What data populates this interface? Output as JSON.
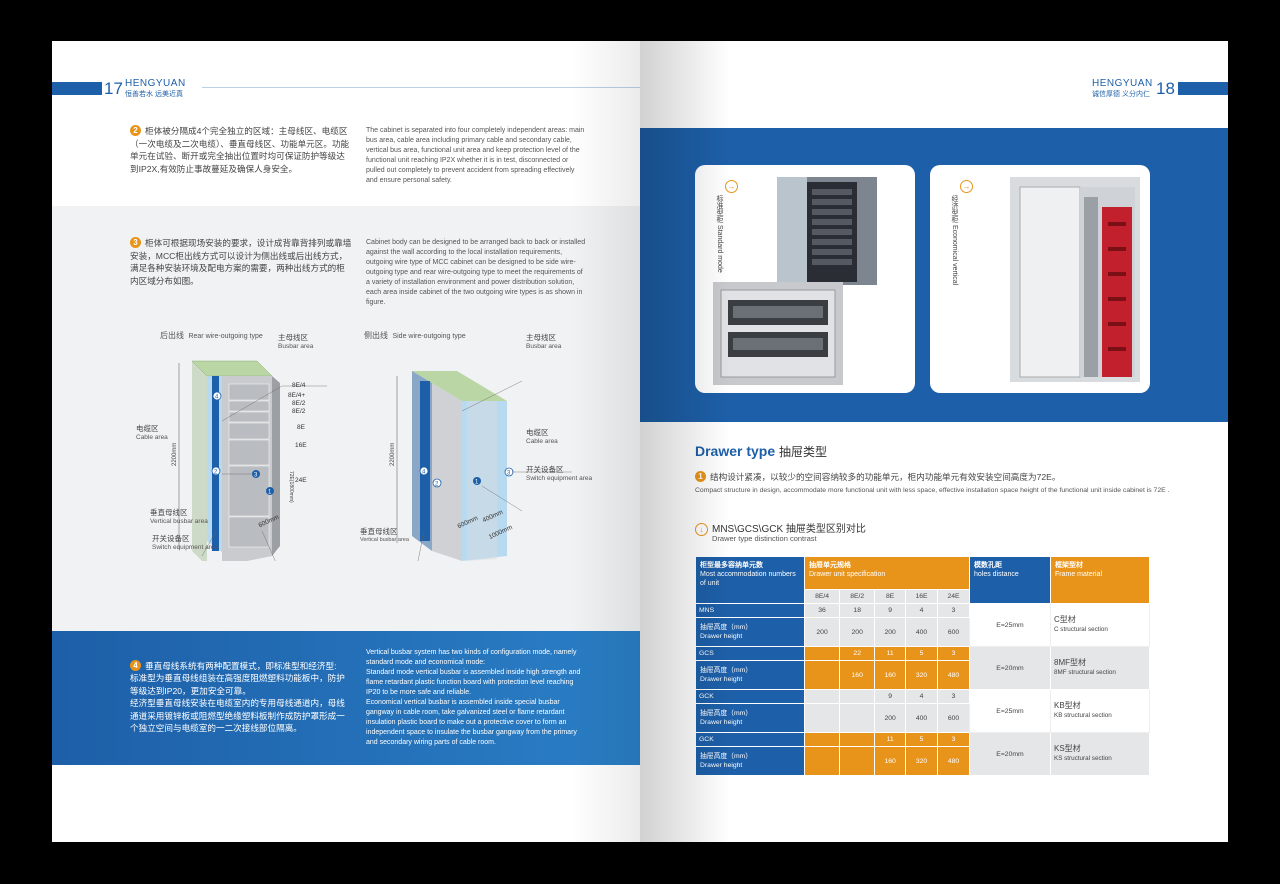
{
  "left_page": {
    "page_number": "17",
    "brand": "HENGYUAN",
    "slogan": "恒善若水 远美近真",
    "para2": {
      "num": "2",
      "cn": "柜体被分隔成4个完全独立的区域：主母线区、电缆区（一次电缆及二次电缆）、垂直母线区、功能单元区。功能单元在试验、断开或完全抽出位置时均可保证防护等级达到IP2X,有效防止事故蔓延及确保人身安全。",
      "en": "The cabinet is separated into four completely independent areas: main bus area, cable area including primary cable and secondary cable, vertical bus area, functional unit area and keep protection level of the functional unit reaching IP2X whether it is in test, disconnected or pulled out completely to prevent accident from spreading effectively and ensure personal safety."
    },
    "para3": {
      "num": "3",
      "cn": "柜体可根据现场安装的要求，设计成背靠背排列或靠墙安装，MCC柜出线方式可以设计为侧出线或后出线方式，满足各种安装环境及配电方案的需要，两种出线方式的柜内区域分布如图。",
      "en": "Cabinet body can be designed to be arranged back to back or installed against the wall according to the local installation requirements, outgoing wire type of MCC cabinet can be designed to be side wire-outgoing type and rear wire-outgoing type to meet the requirements of a variety of installation environment and power distribution solution, each area inside cabinet of the two outgoing wire types is as shown in figure."
    },
    "diagram_rear": {
      "title_cn": "后出线",
      "title_en": "Rear wire-outgoing type",
      "busbar_cn": "主母线区",
      "busbar_en": "Busbar area",
      "cable_cn": "电缆区",
      "cable_en": "Cable area",
      "vertical_cn": "垂直母线区",
      "vertical_en": "Vertical busbar area",
      "switch_cn": "开关设备区",
      "switch_en": "Switch equipment area",
      "height": "2200mm",
      "depth": "600mm",
      "inner": "72E(1800mm)",
      "drawers": [
        "8E/4",
        "8E/4+",
        "8E/2",
        "8E/2",
        "8E",
        "16E",
        "24E"
      ],
      "markers": [
        "4",
        "2",
        "3",
        "1"
      ]
    },
    "diagram_side": {
      "title_cn": "侧出线",
      "title_en": "Side wire-outgoing type",
      "busbar_cn": "主母线区",
      "busbar_en": "Busbar area",
      "cable_cn": "电缆区",
      "cable_en": "Cable area",
      "switch_cn": "开关设备区",
      "switch_en": "Switch equipment area",
      "vertical_cn": "垂直母线区",
      "vertical_en": "Vertical busbar area",
      "height": "2200mm",
      "d1": "600mm",
      "d2": "400mm",
      "d3": "1000mm",
      "markers": [
        "4",
        "2",
        "1",
        "3"
      ]
    },
    "para4": {
      "num": "4",
      "cn": "垂直母线系统有两种配置模式，即标准型和经济型:\n标准型为垂直母线组装在高强度阻燃塑料功能板中，防护等级达到IP20，更加安全可靠。\n经济型垂直母线安装在电缆室内的专用母线通道内，母线通道采用镀锌板或阻燃型绝缘塑料板制作成防护罩形成一个独立空间与电缆室的一二次接线部位隔离。",
      "en": "Vertical busbar system has two kinds of configuration mode, namely standard mode and economical mode:\nStandard mode vertical busbar is assembled inside high strength and flame retardant plastic function board with protection level reaching IP20 to be more safe and reliable.\nEconomical vertical busbar is assembled inside special busbar gangway in cable room, take galvanized steel or flame retardant insulation plastic board to make out a protective cover to form an independent space to insulate the busbar gangway from the primary and secondary wiring parts of cable room."
    }
  },
  "right_page": {
    "page_number": "18",
    "brand": "HENGYUAN",
    "slogan": "诚信厚德 义分内仁",
    "photo1": {
      "cn": "标准型柜",
      "en": "Standard mode"
    },
    "photo2": {
      "cn": "经济型柜",
      "en": "Economical vertical"
    },
    "drawer_title_en": "Drawer type",
    "drawer_title_cn": "抽屉类型",
    "point1": {
      "num": "1",
      "cn": "结构设计紧凑，以较少的空间容纳较多的功能单元，柜内功能单元有效安装空间高度为72E。",
      "en": "Compact structure in design, accommodate more functional unit with less space, effective installation space height of the functional unit inside cabinet is 72E ."
    },
    "compare_title_cn": "MNS\\GCS\\GCK 抽屉类型区别对比",
    "compare_title_en": "Drawer type distinction contrast",
    "table": {
      "h1_cn": "柜型最多容纳单元数",
      "h1_en": "Most accommodation numbers of unit",
      "h2_cn": "抽屉单元规格",
      "h2_en": "Drawer unit specification",
      "h3_cn": "模数孔距",
      "h3_en": "holes distance",
      "h4_cn": "框架型材",
      "h4_en": "Frame material",
      "sizes": [
        "8E/4",
        "8E/2",
        "8E",
        "16E",
        "24E"
      ],
      "height_cn": "抽屉高度（mm）",
      "height_en": "Drawer height",
      "rows": [
        {
          "name": "MNS",
          "counts": [
            "36",
            "18",
            "9",
            "4",
            "3"
          ],
          "heights": [
            "200",
            "200",
            "200",
            "400",
            "600"
          ],
          "holes": "E=25mm",
          "frame_cn": "C型材",
          "frame_en": "C structural section"
        },
        {
          "name": "GCS",
          "counts": [
            "",
            "22",
            "11",
            "5",
            "3"
          ],
          "heights": [
            "",
            "160",
            "160",
            "320",
            "480"
          ],
          "holes": "E=20mm",
          "frame_cn": "8MF型材",
          "frame_en": "8MF structural section"
        },
        {
          "name": "GCK",
          "counts": [
            "",
            "",
            "9",
            "4",
            "3"
          ],
          "heights": [
            "",
            "",
            "200",
            "400",
            "600"
          ],
          "holes": "E=25mm",
          "frame_cn": "KB型材",
          "frame_en": "KB structural section"
        },
        {
          "name": "GCK",
          "counts": [
            "",
            "",
            "11",
            "5",
            "3"
          ],
          "heights": [
            "",
            "",
            "160",
            "320",
            "480"
          ],
          "holes": "E=20mm",
          "frame_cn": "KS型材",
          "frame_en": "KS structural section"
        }
      ]
    }
  },
  "colors": {
    "blue": "#1d5fa8",
    "orange": "#e8941a",
    "gray": "#e5e6e8",
    "light_blue_zone": "#a9d3ef",
    "busbar_green": "#b9d6a4"
  }
}
